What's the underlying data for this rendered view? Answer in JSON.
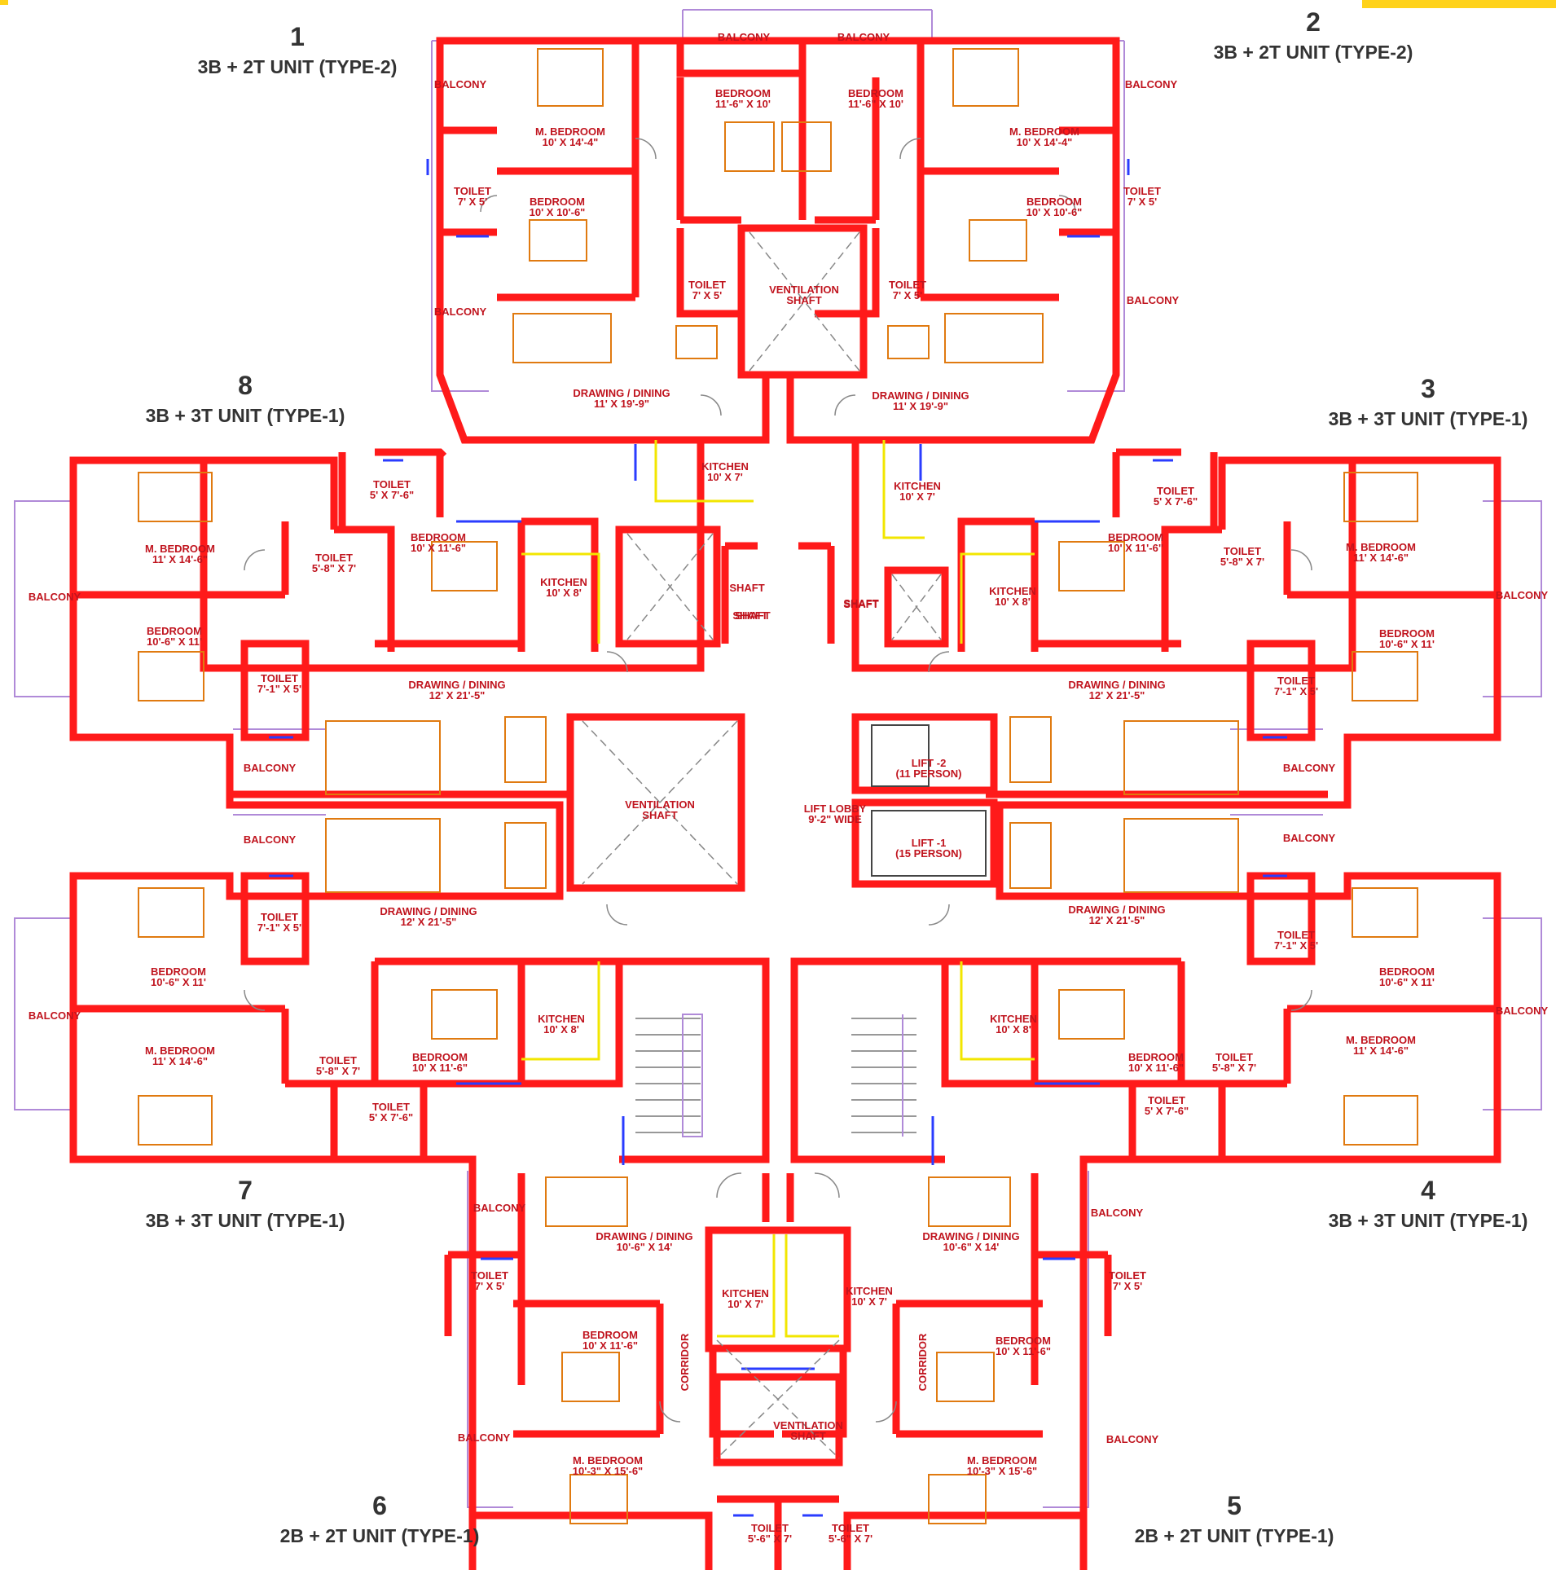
{
  "colors": {
    "wall": "#ff1a1a",
    "room_label": "#c0141e",
    "window": "#2a3cff",
    "furniture": "#e07a10",
    "kitchen_counter": "#f2e600",
    "balcony_outline": "#b08ad8",
    "unit_label": "#333333"
  },
  "units": [
    {
      "number": "1",
      "type": "3B + 2T  UNIT (TYPE-2)"
    },
    {
      "number": "2",
      "type": "3B + 2T  UNIT (TYPE-2)"
    },
    {
      "number": "3",
      "type": "3B + 3T  UNIT (TYPE-1)"
    },
    {
      "number": "4",
      "type": "3B + 3T  UNIT (TYPE-1)"
    },
    {
      "number": "5",
      "type": "2B + 2T  UNIT (TYPE-1)"
    },
    {
      "number": "6",
      "type": "2B + 2T  UNIT (TYPE-1)"
    },
    {
      "number": "7",
      "type": "3B + 3T  UNIT (TYPE-1)"
    },
    {
      "number": "8",
      "type": "3B + 3T  UNIT (TYPE-1)"
    }
  ],
  "rooms": [
    {
      "name": "BALCONY",
      "size": ""
    },
    {
      "name": "BALCONY",
      "size": ""
    },
    {
      "name": "BALCONY",
      "size": ""
    },
    {
      "name": "BALCONY",
      "size": ""
    },
    {
      "name": "BEDROOM",
      "size": "11'-6\" X 10'"
    },
    {
      "name": "BEDROOM",
      "size": "11'-6\" X 10'"
    },
    {
      "name": "M. BEDROOM",
      "size": "10' X 14'-4\""
    },
    {
      "name": "M. BEDROOM",
      "size": "10' X 14'-4\""
    },
    {
      "name": "TOILET",
      "size": "7' X 5'"
    },
    {
      "name": "TOILET",
      "size": "7' X 5'"
    },
    {
      "name": "BEDROOM",
      "size": "10' X 10'-6\""
    },
    {
      "name": "BEDROOM",
      "size": "10' X 10'-6\""
    },
    {
      "name": "TOILET",
      "size": "7' X 5'"
    },
    {
      "name": "TOILET",
      "size": "7' X 5'"
    },
    {
      "name": "VENTILATION",
      "size": "SHAFT"
    },
    {
      "name": "BALCONY",
      "size": ""
    },
    {
      "name": "BALCONY",
      "size": ""
    },
    {
      "name": "DRAWING / DINING",
      "size": "11' X 19'-9\""
    },
    {
      "name": "DRAWING / DINING",
      "size": "11' X 19'-9\""
    },
    {
      "name": "KITCHEN",
      "size": "10' X 7'"
    },
    {
      "name": "KITCHEN",
      "size": "10' X 7'"
    },
    {
      "name": "TOILET",
      "size": "5' X 7'-6\""
    },
    {
      "name": "TOILET",
      "size": "5' X 7'-6\""
    },
    {
      "name": "M. BEDROOM",
      "size": "11' X 14'-6\""
    },
    {
      "name": "M. BEDROOM",
      "size": "11' X 14'-6\""
    },
    {
      "name": "TOILET",
      "size": "5'-8\" X 7'"
    },
    {
      "name": "TOILET",
      "size": "5'-8\" X 7'"
    },
    {
      "name": "BEDROOM",
      "size": "10' X 11'-6\""
    },
    {
      "name": "BEDROOM",
      "size": "10' X 11'-6\""
    },
    {
      "name": "KITCHEN",
      "size": "10' X 8'"
    },
    {
      "name": "KITCHEN",
      "size": "10' X 8'"
    },
    {
      "name": "BALCONY",
      "size": ""
    },
    {
      "name": "BALCONY",
      "size": ""
    },
    {
      "name": "SHAFT",
      "size": ""
    },
    {
      "name": "SHAFT",
      "size": ""
    },
    {
      "name": "SHAFT",
      "size": ""
    },
    {
      "name": "SHAFT",
      "size": ""
    },
    {
      "name": "SHAFT",
      "size": ""
    },
    {
      "name": "BEDROOM",
      "size": "10'-6\" X 11'"
    },
    {
      "name": "BEDROOM",
      "size": "10'-6\" X 11'"
    },
    {
      "name": "TOILET",
      "size": "7'-1\" X 5'"
    },
    {
      "name": "TOILET",
      "size": "7'-1\" X 5'"
    },
    {
      "name": "DRAWING / DINING",
      "size": "12' X 21'-5\""
    },
    {
      "name": "DRAWING / DINING",
      "size": "12' X 21'-5\""
    },
    {
      "name": "LIFT -2",
      "size": "(11 PERSON)"
    },
    {
      "name": "BALCONY",
      "size": ""
    },
    {
      "name": "BALCONY",
      "size": ""
    },
    {
      "name": "VENTILATION",
      "size": "SHAFT"
    },
    {
      "name": "LIFT LOBBY",
      "size": "9'-2\" WIDE"
    },
    {
      "name": "BALCONY",
      "size": ""
    },
    {
      "name": "BALCONY",
      "size": ""
    },
    {
      "name": "LIFT -1",
      "size": "(15 PERSON)"
    },
    {
      "name": "TOILET",
      "size": "7'-1\" X 5'"
    },
    {
      "name": "TOILET",
      "size": "7'-1\" X 5'"
    },
    {
      "name": "DRAWING / DINING",
      "size": "12' X 21'-5\""
    },
    {
      "name": "DRAWING / DINING",
      "size": "12' X 21'-5\""
    },
    {
      "name": "BEDROOM",
      "size": "10'-6\" X 11'"
    },
    {
      "name": "BEDROOM",
      "size": "10'-6\" X 11'"
    },
    {
      "name": "KITCHEN",
      "size": "10' X 8'"
    },
    {
      "name": "KITCHEN",
      "size": "10' X 8'"
    },
    {
      "name": "BALCONY",
      "size": ""
    },
    {
      "name": "BALCONY",
      "size": ""
    },
    {
      "name": "M. BEDROOM",
      "size": "11' X 14'-6\""
    },
    {
      "name": "M. BEDROOM",
      "size": "11' X 14'-6\""
    },
    {
      "name": "TOILET",
      "size": "5'-8\" X 7'"
    },
    {
      "name": "TOILET",
      "size": "5'-8\" X 7'"
    },
    {
      "name": "BEDROOM",
      "size": "10' X 11'-6\""
    },
    {
      "name": "BEDROOM",
      "size": "10' X 11'-6\""
    },
    {
      "name": "TOILET",
      "size": "5' X 7'-6\""
    },
    {
      "name": "TOILET",
      "size": "5' X 7'-6\""
    },
    {
      "name": "BALCONY",
      "size": ""
    },
    {
      "name": "BALCONY",
      "size": ""
    },
    {
      "name": "DRAWING / DINING",
      "size": "10'-6\" X 14'"
    },
    {
      "name": "DRAWING / DINING",
      "size": "10'-6\" X 14'"
    },
    {
      "name": "TOILET",
      "size": "7' X 5'"
    },
    {
      "name": "TOILET",
      "size": "7' X 5'"
    },
    {
      "name": "KITCHEN",
      "size": "10' X 7'"
    },
    {
      "name": "KITCHEN",
      "size": "10' X 7'"
    },
    {
      "name": "BEDROOM",
      "size": "10' X 11'-6\""
    },
    {
      "name": "BEDROOM",
      "size": "10' X 11'-6\""
    },
    {
      "name": "CORRIDOR",
      "size": ""
    },
    {
      "name": "CORRIDOR",
      "size": ""
    },
    {
      "name": "VENTILATION",
      "size": "SHAFT"
    },
    {
      "name": "BALCONY",
      "size": ""
    },
    {
      "name": "BALCONY",
      "size": ""
    },
    {
      "name": "M. BEDROOM",
      "size": "10'-3\" X 15'-6\""
    },
    {
      "name": "M. BEDROOM",
      "size": "10'-3\" X 15'-6\""
    },
    {
      "name": "TOILET",
      "size": "5'-6\" X 7'"
    },
    {
      "name": "TOILET",
      "size": "5'-6\" X 7'"
    }
  ]
}
